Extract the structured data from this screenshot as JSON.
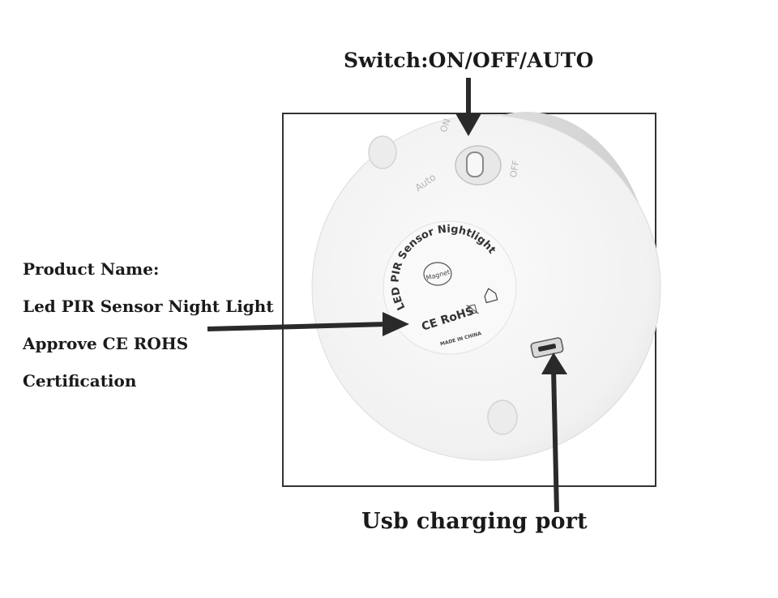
{
  "callouts": {
    "switch": "Switch:ON/OFF/AUTO",
    "usb": "Usb charging port"
  },
  "product_info": {
    "line1": "Product Name:",
    "line2": "Led PIR Sensor Night Light",
    "line3": "Approve CE ROHS",
    "line4": "Certification"
  },
  "device_markings": {
    "sensor_text": "LED PIR Sensor Nightlight",
    "magnet": "Magnet",
    "cert": "CE RoHS",
    "made_in": "MADE IN CHINA",
    "switch_on": "ON",
    "switch_auto": "Auto",
    "switch_off": "OFF"
  },
  "colors": {
    "device_body": "#f4f4f4",
    "device_rim": "#e2e2e2",
    "arrow": "#2a2a2a"
  }
}
